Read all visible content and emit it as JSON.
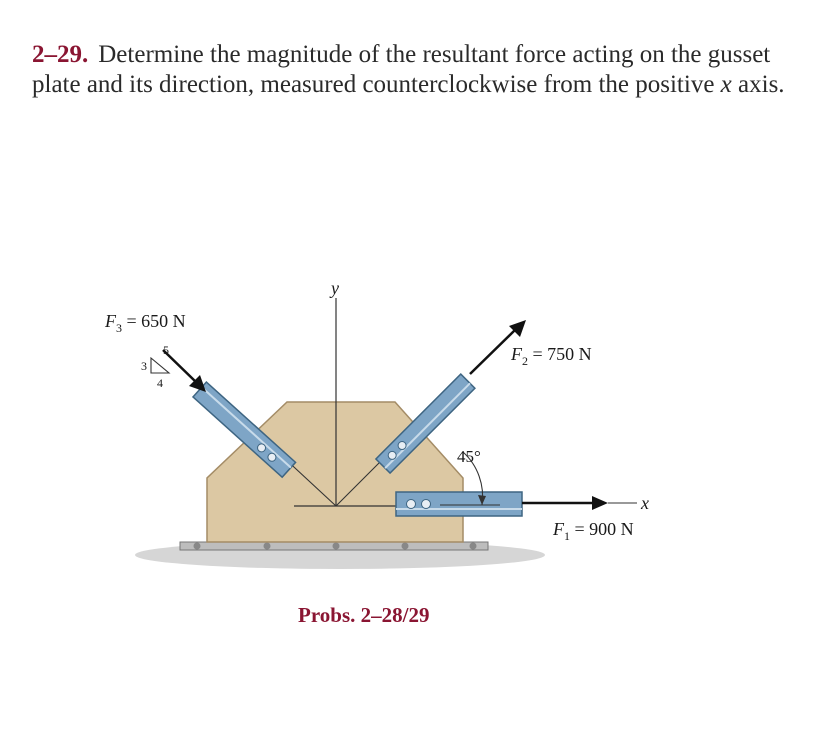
{
  "problem": {
    "number": "2–29.",
    "text_before": "Determine the magnitude of the resultant force acting on the gusset plate and its direction, measured counterclockwise from the positive ",
    "x_symbol": "x",
    "text_after": " axis."
  },
  "figure": {
    "y_axis_label": "y",
    "x_axis_label": "x",
    "angle_label": "45°",
    "slope_hyp": "5",
    "slope_rise": "3",
    "slope_run": "4",
    "forces": [
      {
        "symbol": "F",
        "sub": "3",
        "value": " = 650 N"
      },
      {
        "symbol": "F",
        "sub": "2",
        "value": " = 750 N"
      },
      {
        "symbol": "F",
        "sub": "1",
        "value": " = 900 N"
      }
    ]
  },
  "caption": "Probs. 2–28/29",
  "colors": {
    "heading": "#8a1532",
    "plate": "#dcc8a3",
    "member": "#7ea5c6",
    "base": "#bdbdbd"
  }
}
